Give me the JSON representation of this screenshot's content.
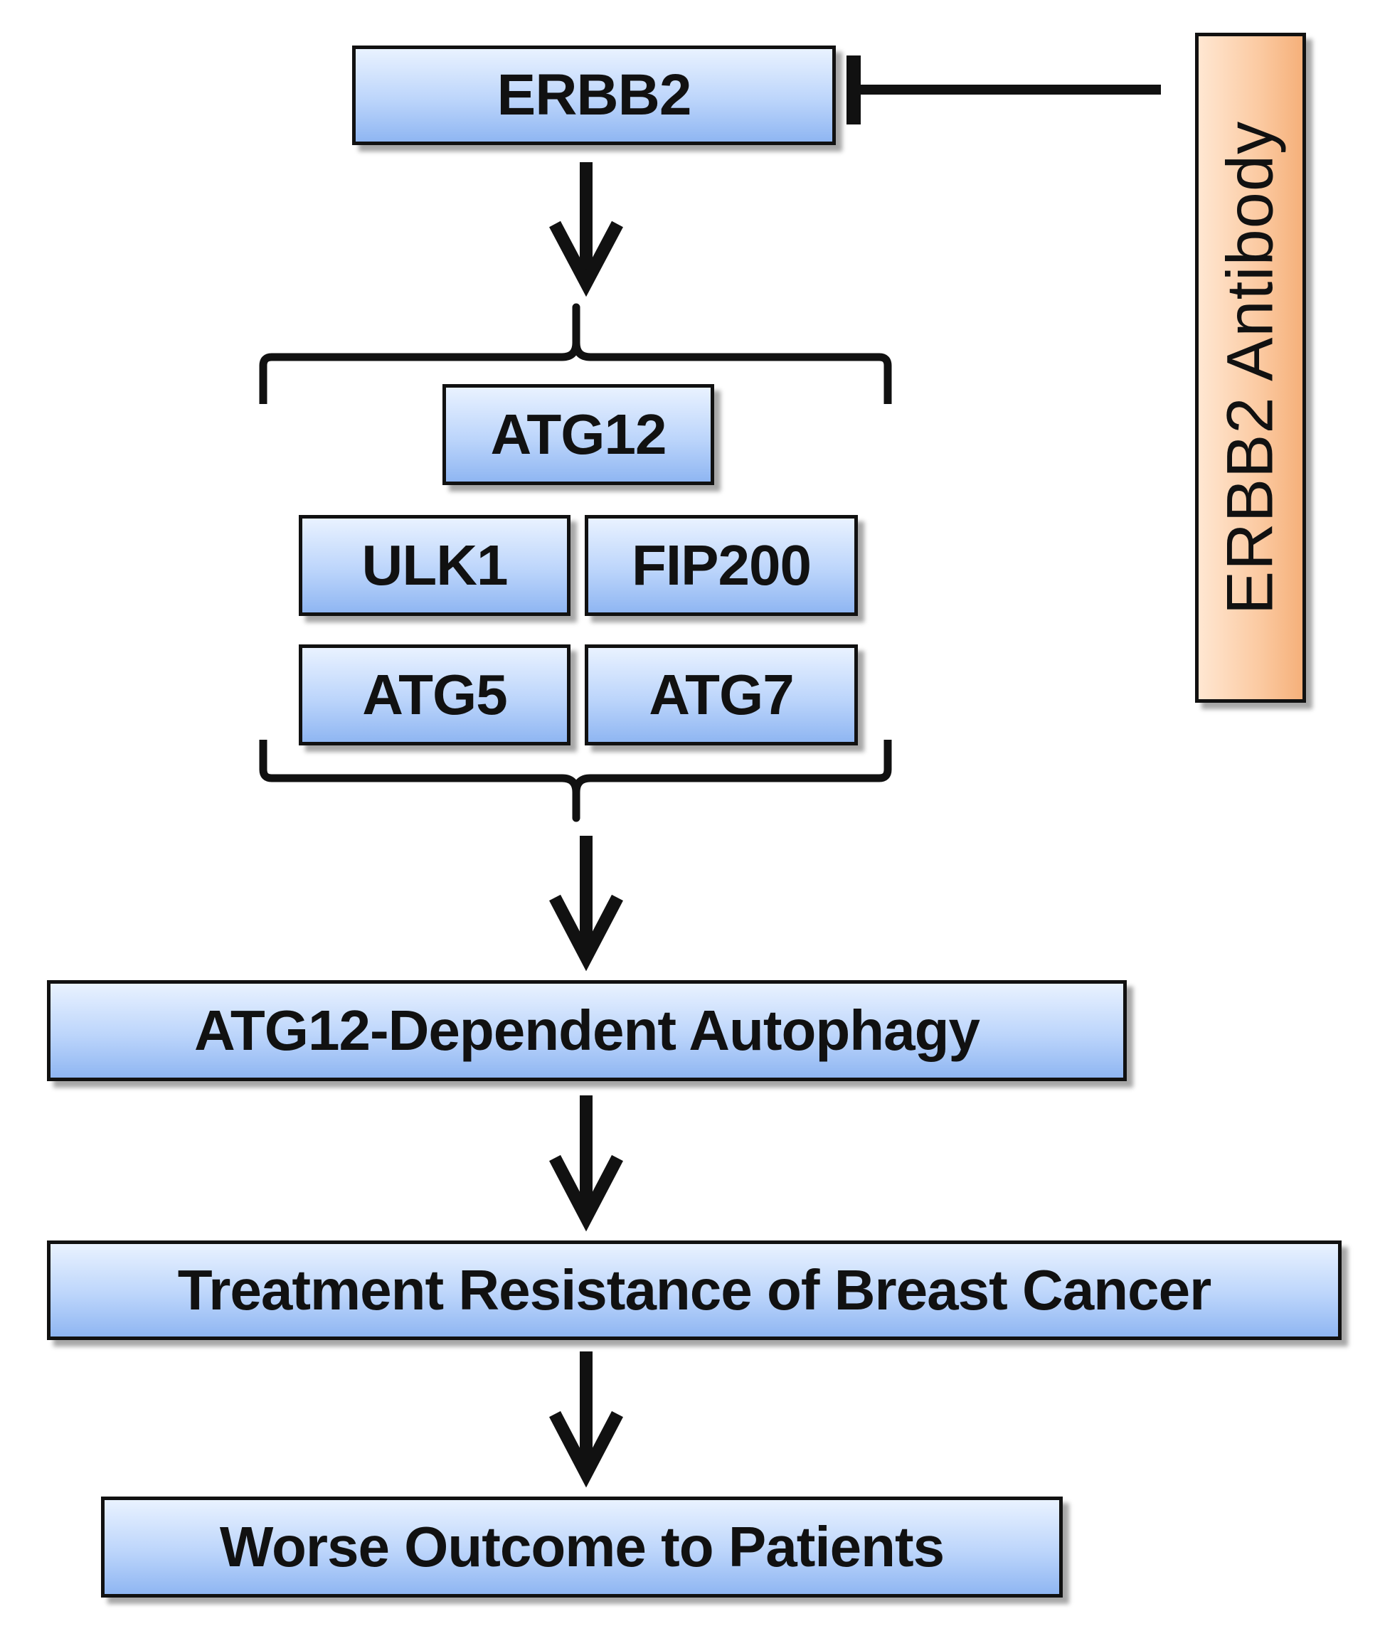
{
  "diagram": {
    "top_node": "ERBB2",
    "inhibitor": "ERBB2 Antibody",
    "group_nodes": {
      "atg12": "ATG12",
      "ulk1": "ULK1",
      "fip200": "FIP200",
      "atg5": "ATG5",
      "atg7": "ATG7"
    },
    "autophagy": "ATG12-Dependent Autophagy",
    "resistance": "Treatment Resistance of Breast Cancer",
    "outcome": "Worse Outcome to Patients"
  },
  "colors": {
    "node_fill": "#bcd5fb",
    "antibody_fill": "#fbc9a0",
    "stroke": "#111111"
  }
}
